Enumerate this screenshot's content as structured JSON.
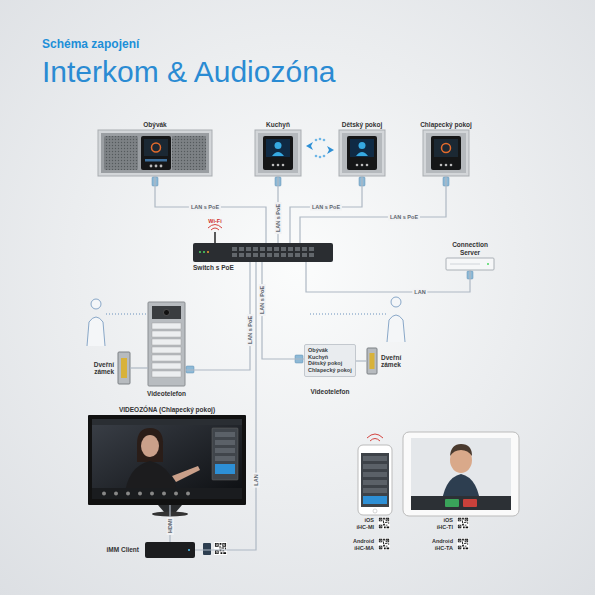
{
  "diagram": {
    "title": "Interkom & Audiozóna",
    "nodes": [
      {
        "text": [
          "Obývák"
        ]
      },
      {
        "text": [
          "Kuchyň"
        ]
      },
      {
        "text": [
          "Dětský pokoj"
        ]
      },
      {
        "text": [
          "Chlapecký pokoj"
        ]
      },
      {
        "text": [
          "Switch s PoE"
        ]
      },
      {
        "text": [
          "Connection Server"
        ]
      },
      {
        "text": [
          "Videotelefon"
        ]
      },
      {
        "text": [
          "Dveřní zámek"
        ]
      },
      {
        "text": [
          "Obývák",
          "Kuchyň",
          "Dětský pokoj",
          "Chlapecký pokoj",
          "Videotelefon"
        ]
      },
      {
        "text": [
          "Dveřní zámek"
        ]
      },
      {
        "text": [
          "VIDEOZÓNA (Chlapecký pokoj)"
        ]
      },
      {
        "text": [
          "iMM Client"
        ]
      }
    ],
    "edges": [
      {
        "from": 0,
        "to": 4,
        "label": "LAN s PoE",
        "arrow": "none"
      },
      {
        "from": 1,
        "to": 4,
        "label": "LAN s PoE",
        "arrow": "none"
      },
      {
        "from": 2,
        "to": 4,
        "label": "LAN s PoE",
        "arrow": "none"
      },
      {
        "from": 3,
        "to": 4,
        "label": "LAN s PoE",
        "arrow": "none"
      },
      {
        "from": 5,
        "to": 4,
        "label": "LAN",
        "arrow": "none"
      },
      {
        "from": 4,
        "to": 6,
        "label": "LAN s PoE",
        "arrow": "none"
      },
      {
        "from": 4,
        "to": 8,
        "label": "LAN s PoE",
        "arrow": "none"
      },
      {
        "from": 7,
        "to": 6,
        "arrow": "none"
      },
      {
        "from": 8,
        "to": 9,
        "arrow": "none"
      },
      {
        "from": 11,
        "to": 10,
        "label": "HDMI",
        "arrow": "none"
      },
      {
        "from": 11,
        "to": 4,
        "label": "LAN",
        "arrow": "none"
      }
    ],
    "labels": [
      "Schéma zapojení",
      "Wi-Fi",
      "iOS",
      "iHC-MI",
      "Android",
      "iHC-MA",
      "iOS",
      "iHC-TI",
      "Android",
      "iHC-TA"
    ]
  }
}
